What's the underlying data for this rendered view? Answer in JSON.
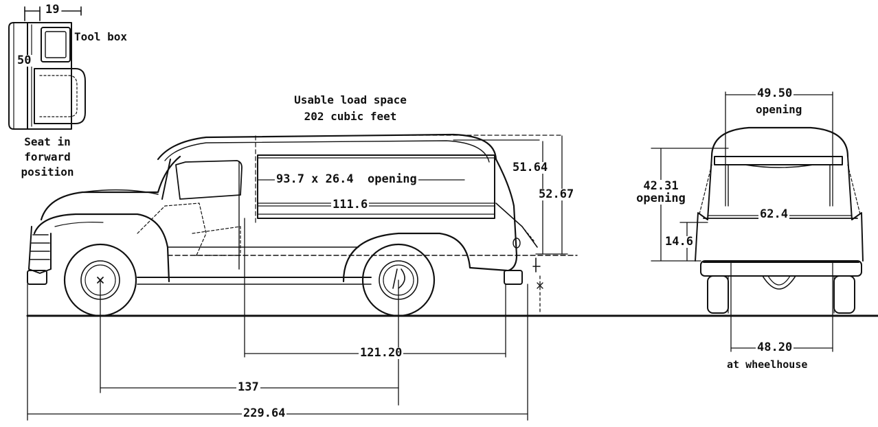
{
  "tool_box": {
    "width": "19",
    "height": "50",
    "label": "Tool box",
    "caption": [
      "Seat in",
      "forward",
      "position"
    ]
  },
  "load_space": {
    "title": [
      "Usable load space",
      "202 cubic feet"
    ]
  },
  "side_view": {
    "side_opening": "93.7 x 26.4  opening",
    "floor_length": "111.6",
    "interior_height": "51.64",
    "overall_height": "52.67",
    "load_floor_to_axle": "121.20",
    "wheelbase": "137",
    "overall_length": "229.64"
  },
  "rear_view": {
    "top_opening_width": "49.50",
    "top_opening_label": "opening",
    "opening_height": "42.31",
    "opening_height_label": "opening",
    "interior_width": "62.4",
    "floor_height": "14.6",
    "wheelhouse_width": "48.20",
    "wheelhouse_label": "at wheelhouse"
  }
}
